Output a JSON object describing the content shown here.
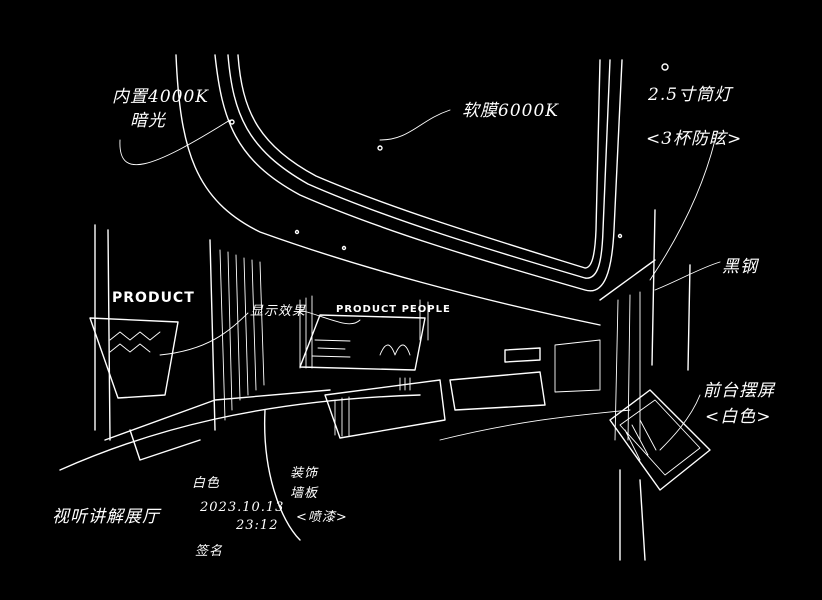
{
  "colors": {
    "background": "#000000",
    "stroke": "#ffffff"
  },
  "annotations": {
    "top_left": {
      "line1": "内置4000K",
      "line2": "暗光"
    },
    "top_center": "软膜6000K",
    "top_right": {
      "line1": "2.5寸筒灯",
      "line2": "<3杯防眩>"
    },
    "right_wall": "黑钢",
    "left_sign": "PRODUCT",
    "display_effect": "显示效果",
    "center_sign": "PRODUCT PEOPLE",
    "front_screen": {
      "line1": "前台摆屏",
      "line2": "<白色>"
    },
    "white_base": "白色",
    "wall_panel": {
      "line1": "装饰",
      "line2": "墙板",
      "line3": "<喷漆>"
    },
    "title_block": {
      "title": "视听讲解展厅",
      "date": "2023.10.13",
      "time": "23:12",
      "signature": "签名"
    }
  }
}
